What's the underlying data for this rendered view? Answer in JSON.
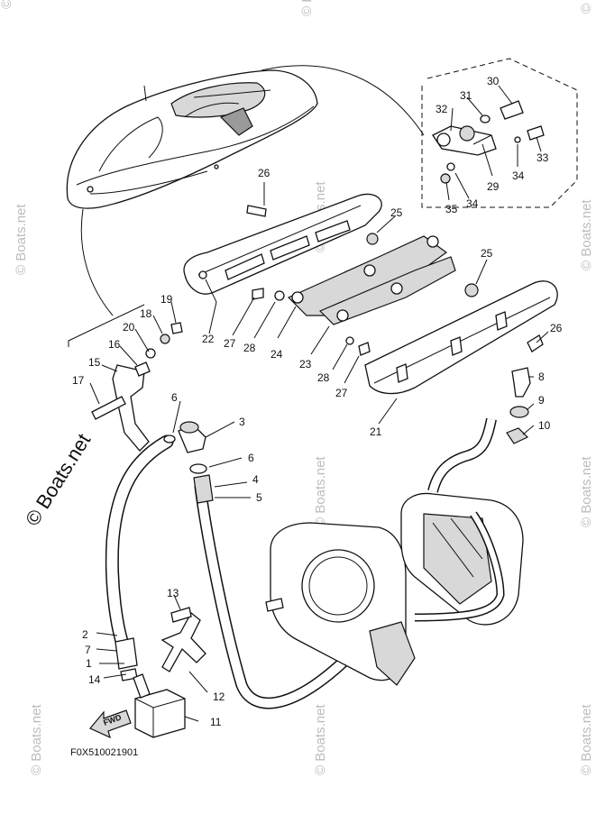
{
  "watermark": {
    "small": "© Boats.net",
    "large": "© Boats.net"
  },
  "diagram_code": "F0X510021901",
  "fwd_label": "FWD",
  "callouts": [
    "1",
    "2",
    "3",
    "4",
    "5",
    "6",
    "6",
    "7",
    "8",
    "9",
    "10",
    "11",
    "12",
    "13",
    "14",
    "15",
    "16",
    "17",
    "18",
    "19",
    "20",
    "21",
    "22",
    "23",
    "24",
    "25",
    "25",
    "26",
    "26",
    "27",
    "27",
    "28",
    "28",
    "29",
    "30",
    "31",
    "32",
    "33",
    "34",
    "34",
    "35"
  ]
}
